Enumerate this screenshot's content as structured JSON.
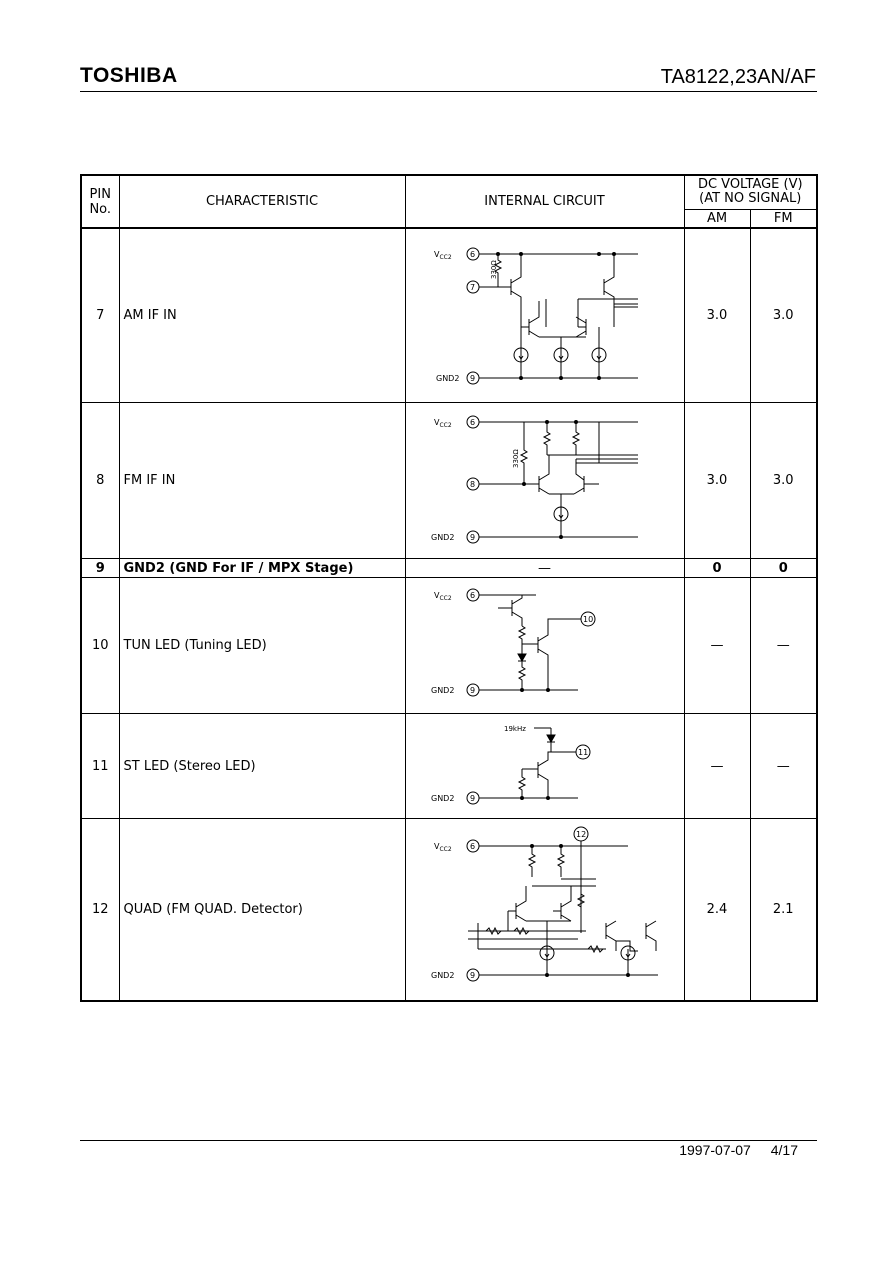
{
  "header": {
    "logo": "TOSHIBA",
    "part_number": "TA8122,23AN/AF"
  },
  "table": {
    "col_pin": "PIN No.",
    "col_pin_line1": "PIN",
    "col_pin_line2": "No.",
    "col_characteristic": "CHARACTERISTIC",
    "col_circuit": "INTERNAL CIRCUIT",
    "col_dc_line1": "DC VOLTAGE (V)",
    "col_dc_line2": "(AT NO SIGNAL)",
    "col_am": "AM",
    "col_fm": "FM",
    "rows": [
      {
        "pin": "7",
        "characteristic": "AM IF IN",
        "am": "3.0",
        "fm": "3.0"
      },
      {
        "pin": "8",
        "characteristic": "FM IF IN",
        "am": "3.0",
        "fm": "3.0"
      },
      {
        "pin": "9",
        "characteristic": "GND2 (GND For IF / MPX Stage)",
        "circuit": "—",
        "am": "0",
        "fm": "0"
      },
      {
        "pin": "10",
        "characteristic": "TUN LED (Tuning LED)",
        "am": "—",
        "fm": "—"
      },
      {
        "pin": "11",
        "characteristic": "ST LED (Stereo LED)",
        "am": "—",
        "fm": "—"
      },
      {
        "pin": "12",
        "characteristic": "QUAD (FM QUAD. Detector)",
        "am": "2.4",
        "fm": "2.1"
      }
    ]
  },
  "circuit_labels": {
    "vcc2_v": "V",
    "vcc2_sub": "CC2",
    "gnd2": "GND2",
    "pin6": "6",
    "pin7": "7",
    "pin8": "8",
    "pin9": "9",
    "pin10": "10",
    "pin11": "11",
    "pin12": "12",
    "r330_7": "330Ω",
    "r330_8": "330Ω",
    "f19k": "19kHz"
  },
  "footer": {
    "date": "1997-07-07",
    "page": "4/17"
  }
}
